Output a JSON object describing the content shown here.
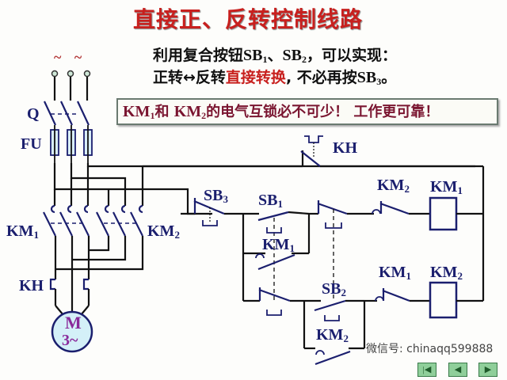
{
  "title": "直接正、反转控制线路",
  "description": {
    "line1_prefix": "利用复合按钮",
    "line1_sb1": "SB",
    "line1_sb1_sub": "1",
    "line1_sep": "、",
    "line1_sb2": "SB",
    "line1_sb2_sub": "2",
    "line1_suffix": "，可以实现：",
    "line2_prefix": "正转↔反转",
    "line2_highlight": "直接转换",
    "line2_mid": ", 不必再按",
    "line2_sb3": "SB",
    "line2_sb3_sub": "3",
    "line2_suffix": "。"
  },
  "note": {
    "km1": "KM",
    "km1_sub": "1",
    "and": "和 ",
    "km2": "KM",
    "km2_sub": "2",
    "text": "的电气互锁必不可少！ 工作更可靠！"
  },
  "labels": {
    "ac_source": "~ ~",
    "q": "Q",
    "fu": "FU",
    "km1_main": "KM",
    "km1_main_sub": "1",
    "km2_main": "KM",
    "km2_main_sub": "2",
    "kh_main": "KH",
    "motor_m": "M",
    "motor_phase": "3~",
    "kh_ctrl": "KH",
    "sb3": "SB",
    "sb3_sub": "3",
    "sb1": "SB",
    "sb1_sub": "1",
    "km1_hold": "KM",
    "km1_hold_sub": "1",
    "km2_interlock": "KM",
    "km2_interlock_sub": "2",
    "km1_coil": "KM",
    "km1_coil_sub": "1",
    "sb2": "SB",
    "sb2_sub": "2",
    "km2_hold": "KM",
    "km2_hold_sub": "2",
    "km1_interlock": "KM",
    "km1_interlock_sub": "1",
    "km2_coil": "KM",
    "km2_coil_sub": "2"
  },
  "watermark": "微信号: chinaqq599888",
  "nav": {
    "first": "|◀",
    "prev": "◀",
    "next": "▶"
  },
  "colors": {
    "title": "#c8201e",
    "wire": "#111111",
    "symbol": "#1b1f6e",
    "fuse_fill": "#d9eef8",
    "motor_fill": "#d4f0f8"
  }
}
